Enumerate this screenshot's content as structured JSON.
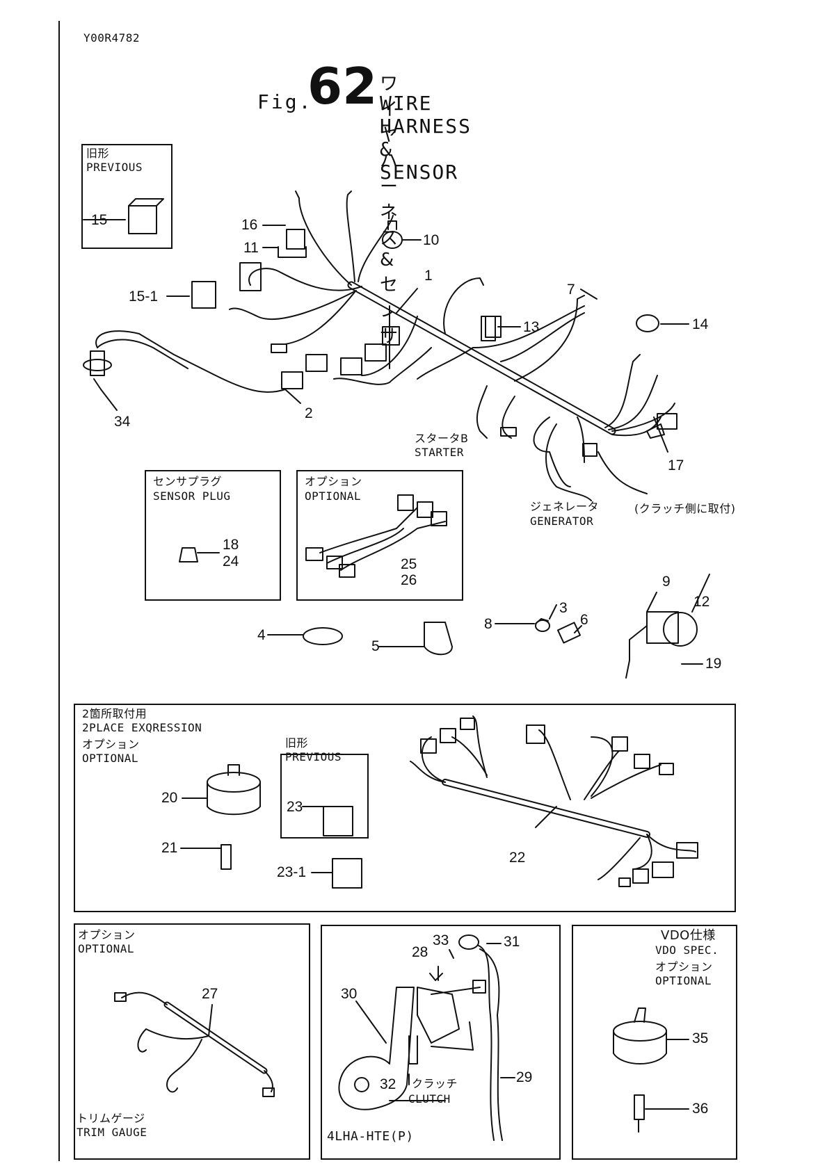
{
  "doc_code": "Y00R4782",
  "fig": {
    "prefix": "Fig.",
    "number": "62",
    "title_jp": "ワイヤハーネス&センサ",
    "title_en": "WIRE HARNESS & SENSOR"
  },
  "callouts": {
    "c1": "1",
    "c2": "2",
    "c3": "3",
    "c4": "4",
    "c5": "5",
    "c6": "6",
    "c7": "7",
    "c8": "8",
    "c9": "9",
    "c10": "10",
    "c11": "11",
    "c12": "12",
    "c13": "13",
    "c14": "14",
    "c15": "15",
    "c15_1": "15-1",
    "c16": "16",
    "c17": "17",
    "c18": "18",
    "c19": "19",
    "c20": "20",
    "c21": "21",
    "c22": "22",
    "c23": "23",
    "c23_1": "23-1",
    "c24": "24",
    "c25": "25",
    "c26": "26",
    "c27": "27",
    "c28": "28",
    "c29": "29",
    "c30": "30",
    "c31": "31",
    "c32": "32",
    "c33": "33",
    "c34": "34",
    "c35": "35",
    "c36": "36"
  },
  "panels": {
    "previous_top": {
      "jp": "旧形",
      "en": "PREVIOUS"
    },
    "sensor_plug": {
      "jp": "センサプラグ",
      "en": "SENSOR PLUG"
    },
    "optional_mid": {
      "jp": "オプション",
      "en": "OPTIONAL"
    },
    "two_place": {
      "jp": "2箇所取付用",
      "en": "2PLACE EXQRESSION",
      "opt_jp": "オプション",
      "opt_en": "OPTIONAL"
    },
    "previous_mid": {
      "jp": "旧形",
      "en": "PREVIOUS"
    },
    "trim_optional": {
      "jp": "オプション",
      "en": "OPTIONAL",
      "foot_jp": "トリムゲージ",
      "foot_en": "TRIM GAUGE"
    },
    "clutch": {
      "jp": "クラッチ",
      "en": "CLUTCH",
      "model": "4LHA-HTE(P)"
    },
    "vdo": {
      "jp": "VDO仕様",
      "en": "VDO SPEC.",
      "opt_jp": "オプション",
      "opt_en": "OPTIONAL"
    }
  },
  "notes": {
    "starter_jp": "スタータB",
    "starter_en": "STARTER",
    "generator_jp": "ジェネレータ",
    "generator_en": "GENERATOR",
    "clutch_side": "(クラッチ側に取付)"
  }
}
